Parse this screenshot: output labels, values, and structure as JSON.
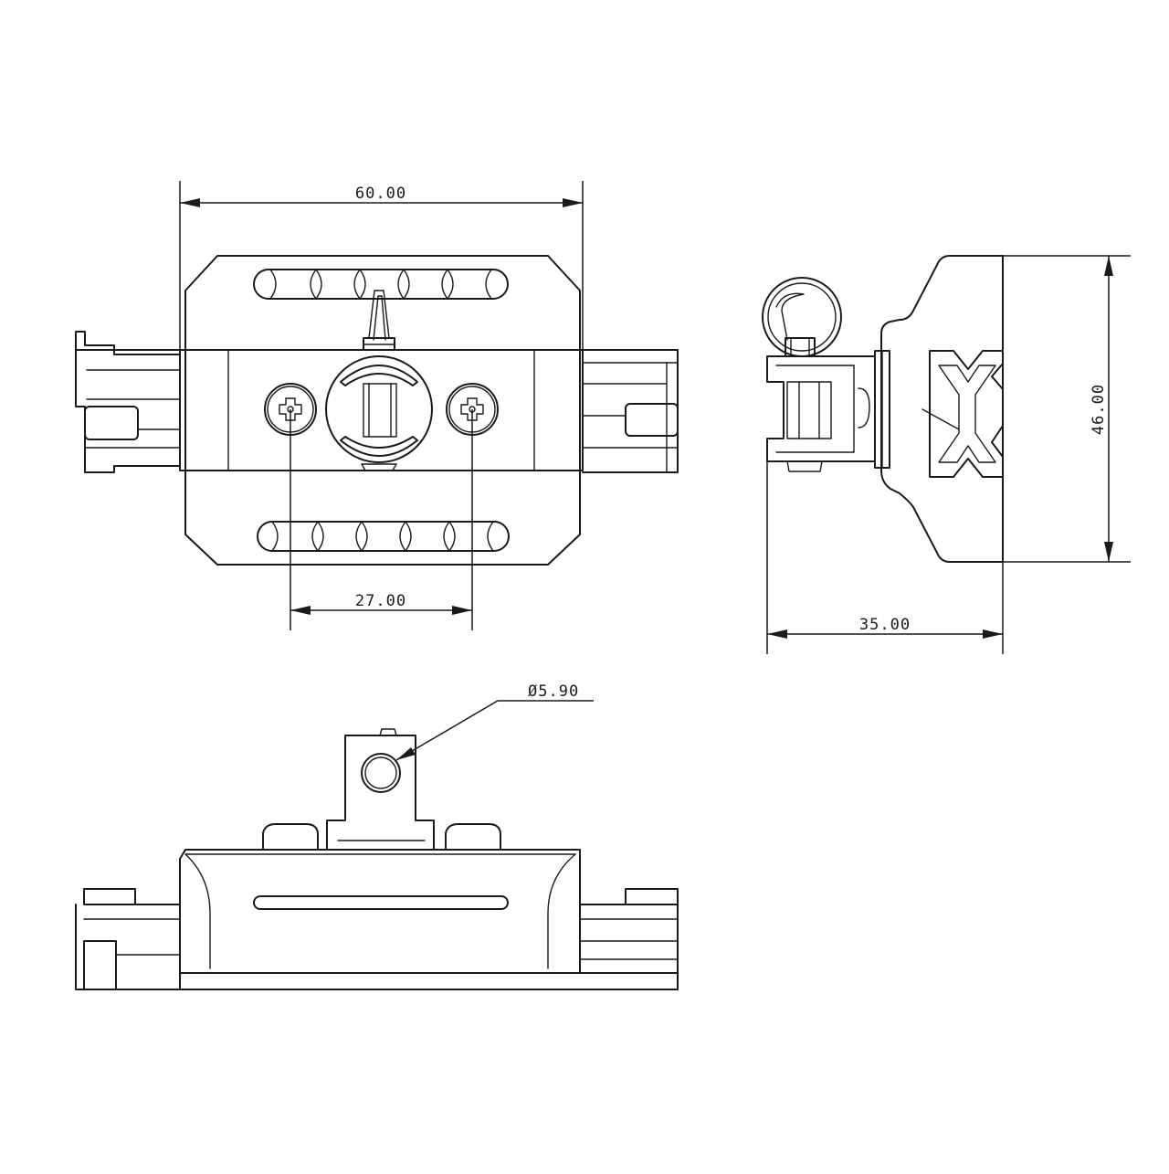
{
  "dimensions": {
    "width_top": "60.00",
    "hole_spacing": "27.00",
    "height_side": "46.00",
    "depth_side": "35.00",
    "hole_diameter": "Ø5.90"
  }
}
